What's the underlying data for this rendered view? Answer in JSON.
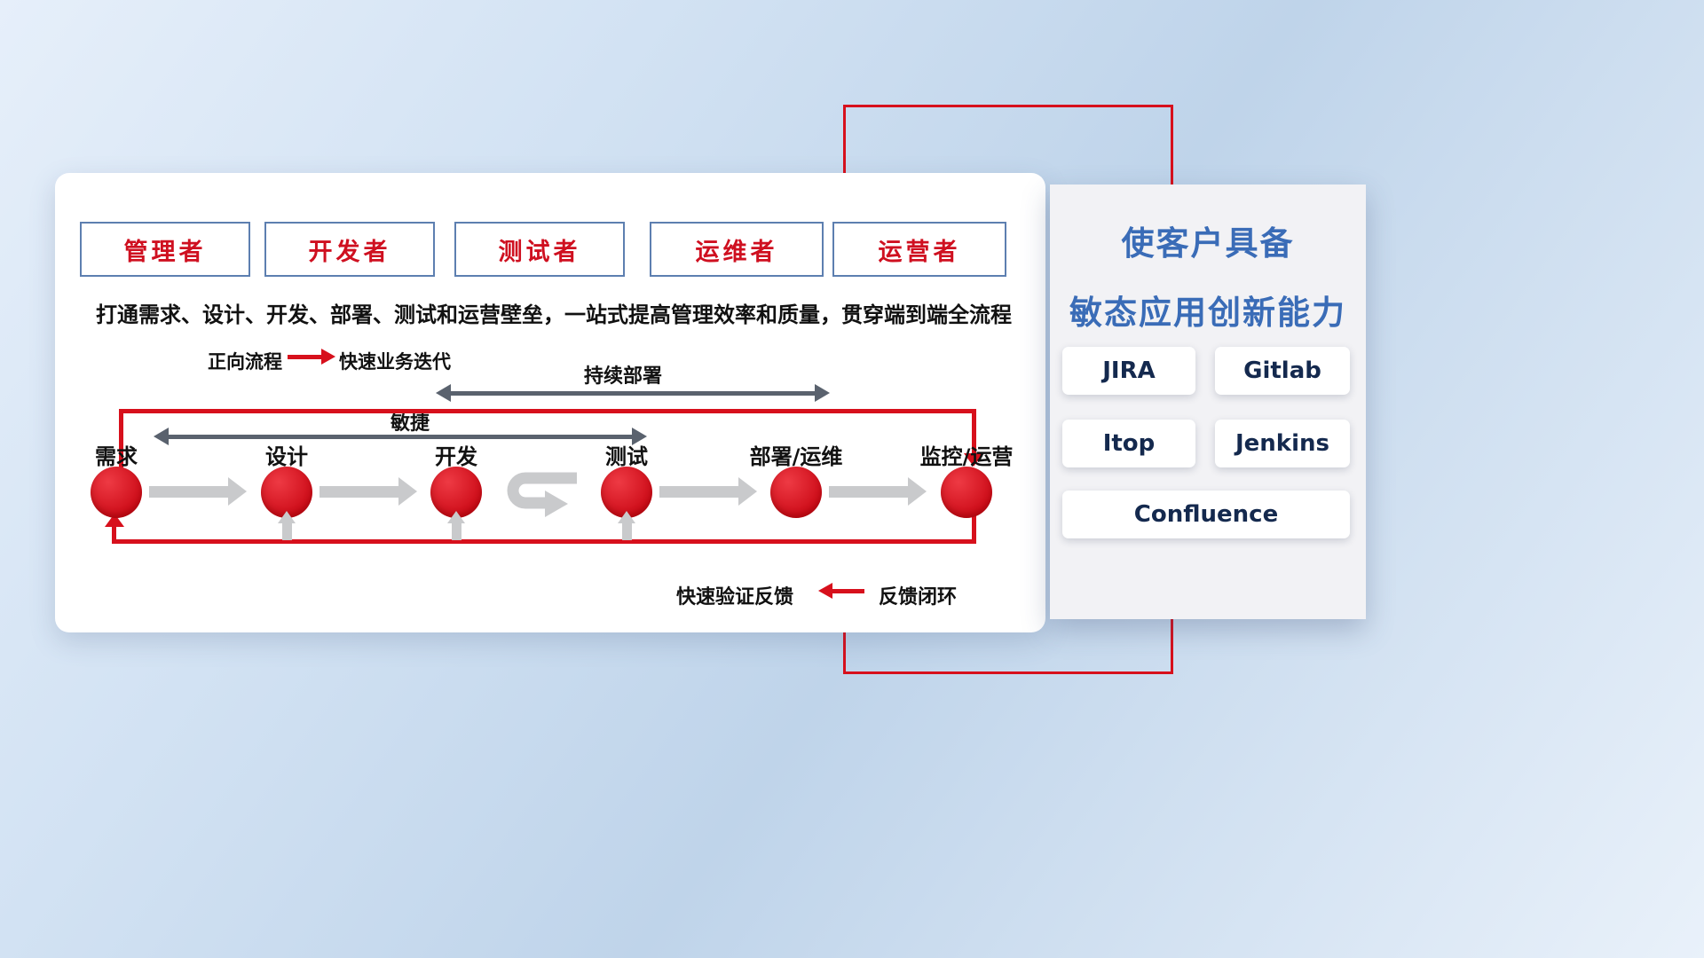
{
  "colors": {
    "red": "#d7101c",
    "blue_title": "#3a6cb7",
    "dark_arrow": "#5a626e",
    "gray_arrow": "#c9cacc",
    "role_text": "#cf1020",
    "role_border": "#5d7fb0",
    "tool_text": "#14294e"
  },
  "roles": [
    "管理者",
    "开发者",
    "测试者",
    "运维者",
    "运营者"
  ],
  "subtitle": "打通需求、设计、开发、部署、测试和运营壁垒，一站式提高管理效率和质量，贯穿端到端全流程",
  "legends": {
    "forward_label": "正向流程",
    "forward_desc": "快速业务迭代",
    "feedback_label": "快速验证反馈",
    "feedback_desc": "反馈闭环"
  },
  "spans": {
    "deploy": "持续部署",
    "agile": "敏捷"
  },
  "nodes": [
    "需求",
    "设计",
    "开发",
    "测试",
    "部署/运维",
    "监控/运营"
  ],
  "icons": {
    "forward-arrow": "red right arrow",
    "feedback-arrow": "red left arrow",
    "deploy-double-arrow": "dark gray double-headed horizontal arrow",
    "agile-double-arrow": "dark gray double-headed horizontal arrow",
    "flow-arrow": "light gray right block arrow",
    "iterate-loop": "light gray u-turn iterate arrow",
    "feedback-up-arrow": "light gray up arrow",
    "feedback-loop": "red rectangular loop with down and up arrowheads"
  },
  "side_panel": {
    "title_line1": "使客户具备",
    "title_line2": "敏态应用创新能力",
    "tools": [
      "JIRA",
      "Gitlab",
      "Itop",
      "Jenkins",
      "Confluence"
    ]
  }
}
